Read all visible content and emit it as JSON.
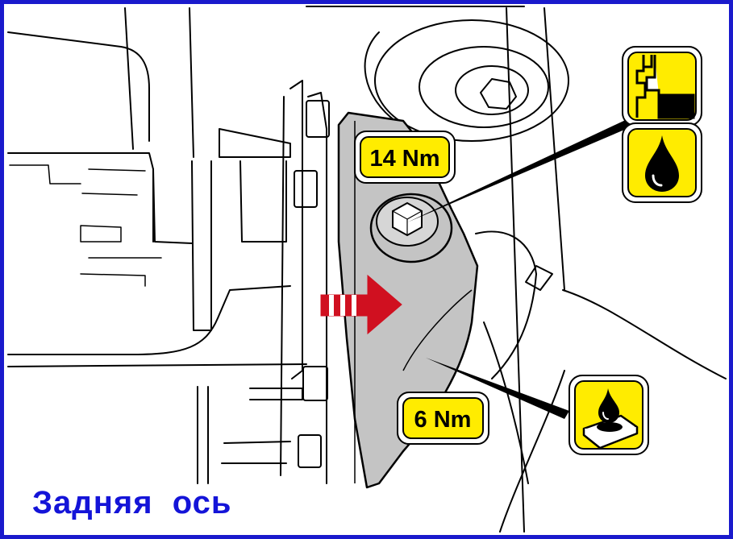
{
  "caption": "Задняя  ось",
  "callouts": [
    {
      "torque": "14 Nm",
      "symbols": [
        "oil-channel-icon",
        "oil-drop-icon"
      ]
    },
    {
      "torque": "6 Nm",
      "symbols": [
        "sealant-icon"
      ]
    }
  ],
  "colors": {
    "frame": "#1a1acc",
    "caption": "#1414d8",
    "label_fill": "#ffec00",
    "bracket_fill": "#c4c4c4",
    "arrow": "#d01020"
  }
}
